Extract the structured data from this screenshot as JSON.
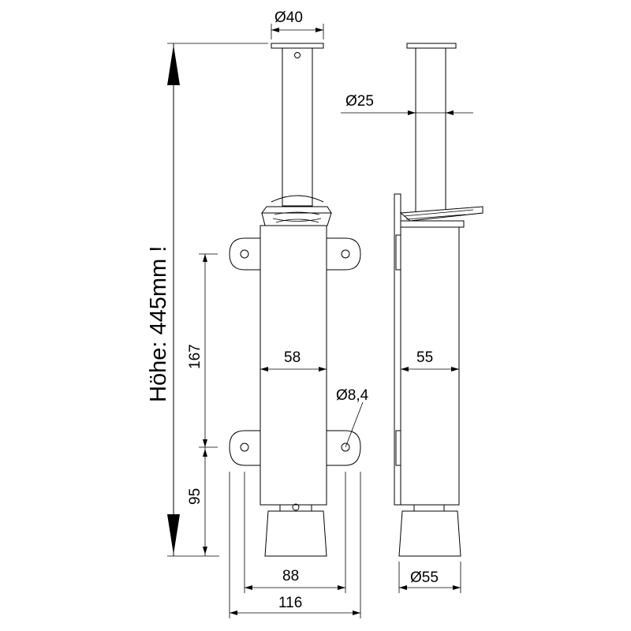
{
  "dimensions": {
    "dia_top_tube": "Ø40",
    "dia_inner_tube": "Ø25",
    "height_total": "Höhe: 445mm  !",
    "spacing_holes": "167",
    "lower_offset": "95",
    "width_front": "58",
    "width_side": "55",
    "dia_holes": "Ø8,4",
    "hole_spacing": "88",
    "plate_width": "116",
    "dia_foot": "Ø55"
  },
  "colors": {
    "line": "#000000",
    "background": "#ffffff"
  }
}
